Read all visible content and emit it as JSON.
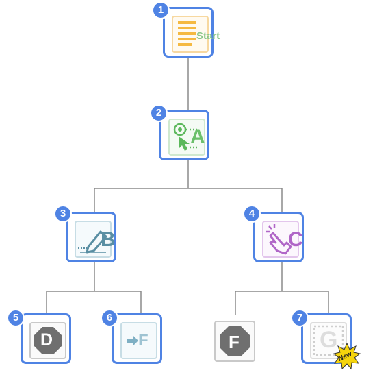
{
  "colors": {
    "badge": "#4f83e4",
    "connector": "#8a8a8a",
    "start": "#f5b942",
    "start_text": "#8bc78a",
    "a": "#5cb85c",
    "b": "#5a8fa3",
    "c": "#b066c7",
    "d": "#6f6f6f",
    "f_light": "#9ec3d2",
    "g": "#cfcfcf",
    "new_burst": "#f5d40c"
  },
  "nodes": [
    {
      "id": "start",
      "badge": "1",
      "label": "Start",
      "icon": "document-lines-icon"
    },
    {
      "id": "a",
      "badge": "2",
      "label": "A",
      "icon": "click-select-icon"
    },
    {
      "id": "b",
      "badge": "3",
      "label": "B",
      "icon": "pencil-signature-icon"
    },
    {
      "id": "c",
      "badge": "4",
      "label": "C",
      "icon": "tap-finger-icon"
    },
    {
      "id": "d",
      "badge": "5",
      "label": "D",
      "icon": "octagon-icon"
    },
    {
      "id": "f1",
      "badge": "6",
      "label": "F",
      "icon": "arrow-in-icon"
    },
    {
      "id": "f2",
      "badge": "",
      "label": "F",
      "icon": "octagon-icon"
    },
    {
      "id": "g",
      "badge": "7",
      "label": "G",
      "icon": "dotted-box-icon",
      "tag": "New"
    }
  ]
}
